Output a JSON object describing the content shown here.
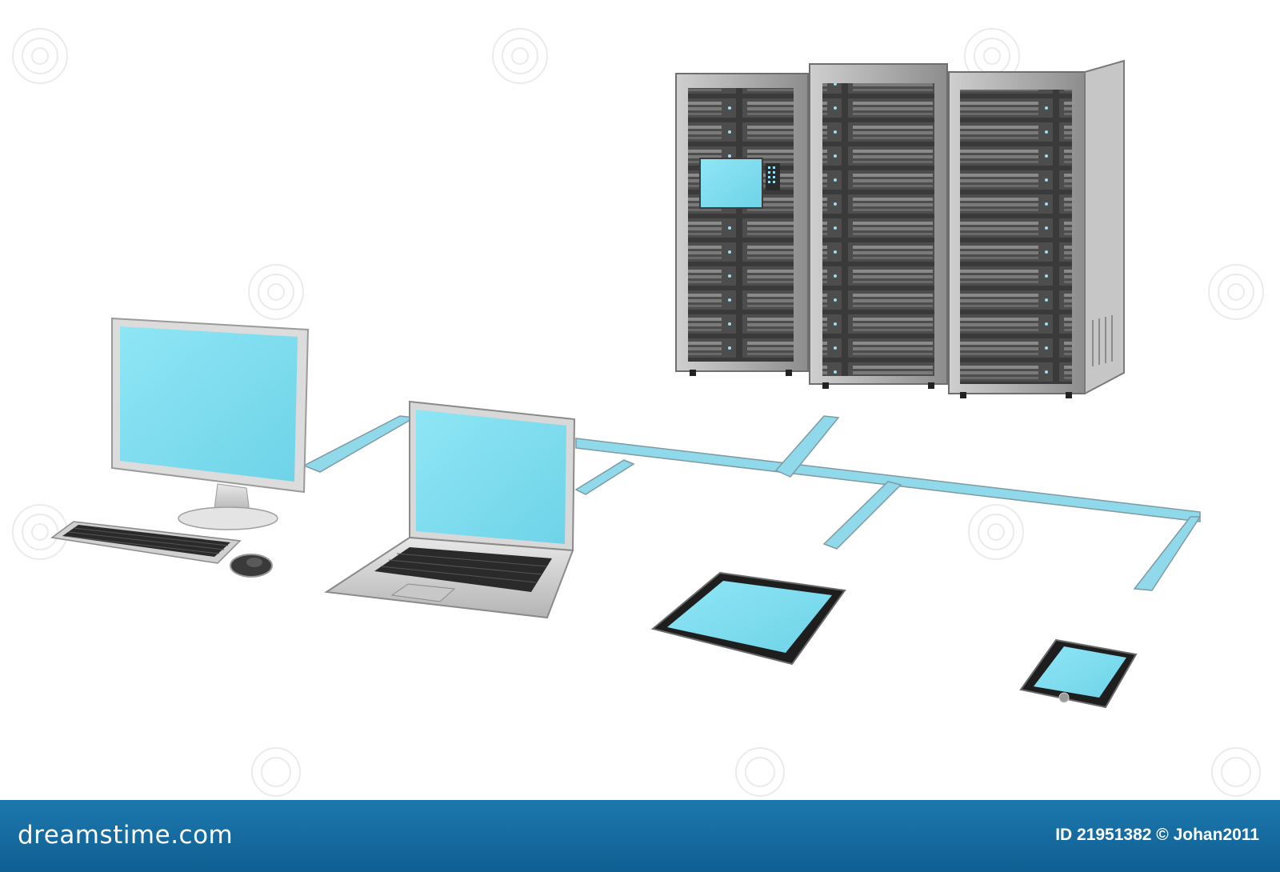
{
  "footer": {
    "site": "dreamstime.com",
    "credit": "ID 21951382 © Johan2011"
  },
  "scene": {
    "devices": [
      "server-racks",
      "desktop-computer",
      "laptop",
      "tablet",
      "smartphone"
    ],
    "colors": {
      "screen": "#79dcee",
      "cable": "#8fd9ea",
      "rack": "#9a9a9a",
      "footer": "#1a72a8"
    }
  },
  "watermark": {
    "text": "dreamstime",
    "icon": "spiral-logo-icon"
  }
}
